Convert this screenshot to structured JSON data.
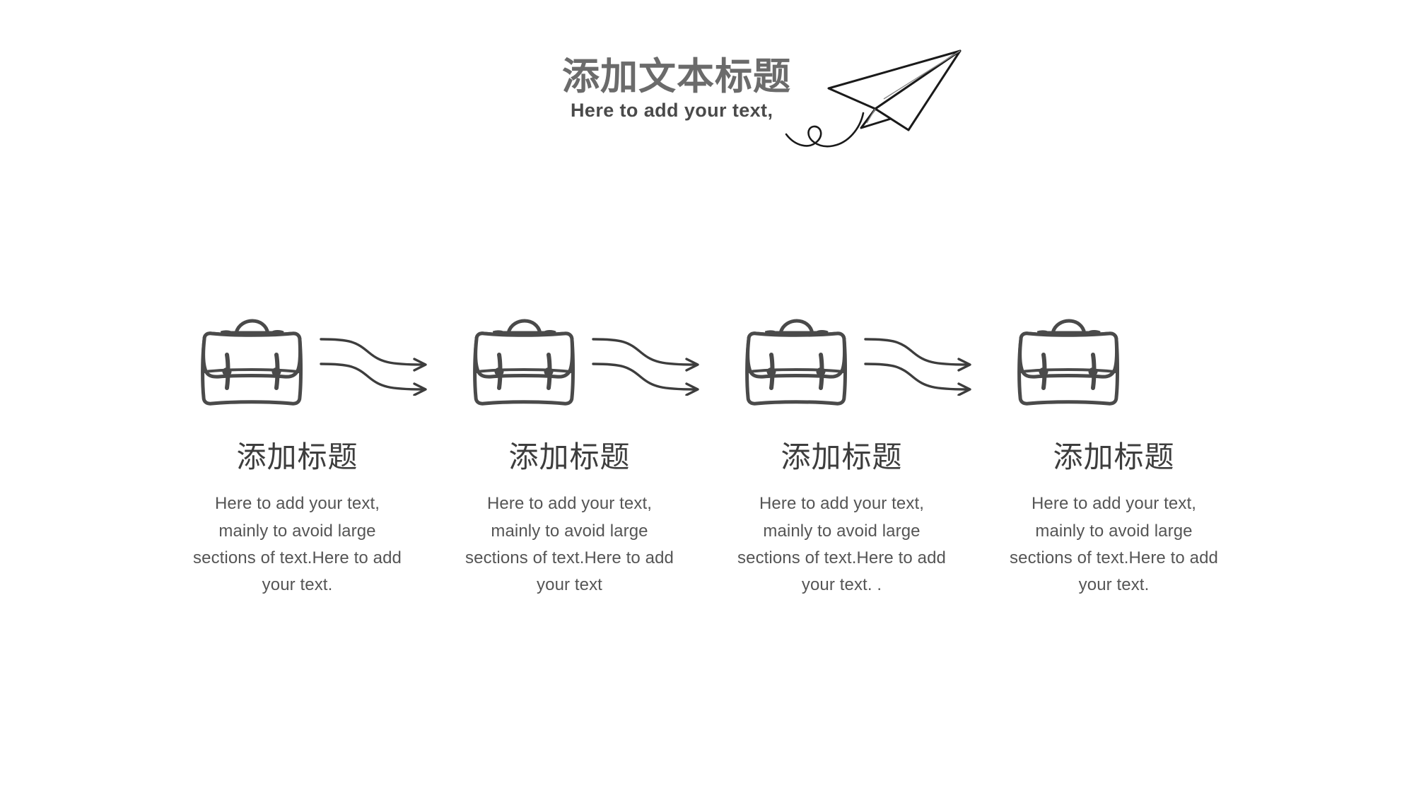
{
  "header": {
    "main_title": "添加文本标题",
    "sub_title": "Here to add your text,",
    "plane_icon": "paper-airplane-icon",
    "title_color": "#6b6b6b",
    "subtitle_color": "#4a4a4a"
  },
  "theme": {
    "background": "#ffffff",
    "ink": "#4a4a4a",
    "body_text": "#555555",
    "heading_text": "#3d3d3d"
  },
  "columns": [
    {
      "icon": "briefcase-icon",
      "title": "添加标题",
      "body": "Here to add your text, mainly to avoid large sections of text.Here to add your text.",
      "connector": "double-curved-arrow-icon"
    },
    {
      "icon": "briefcase-icon",
      "title": "添加标题",
      "body": "Here to add your text, mainly to avoid large sections of text.Here to add your text",
      "connector": "double-curved-arrow-icon"
    },
    {
      "icon": "briefcase-icon",
      "title": "添加标题",
      "body": "Here to add your text, mainly to avoid large sections of text.Here to add your text. .",
      "connector": "double-curved-arrow-icon"
    },
    {
      "icon": "briefcase-icon",
      "title": "添加标题",
      "body": "Here to add your text, mainly to avoid large sections of text.Here to add your text.",
      "connector": null
    }
  ]
}
